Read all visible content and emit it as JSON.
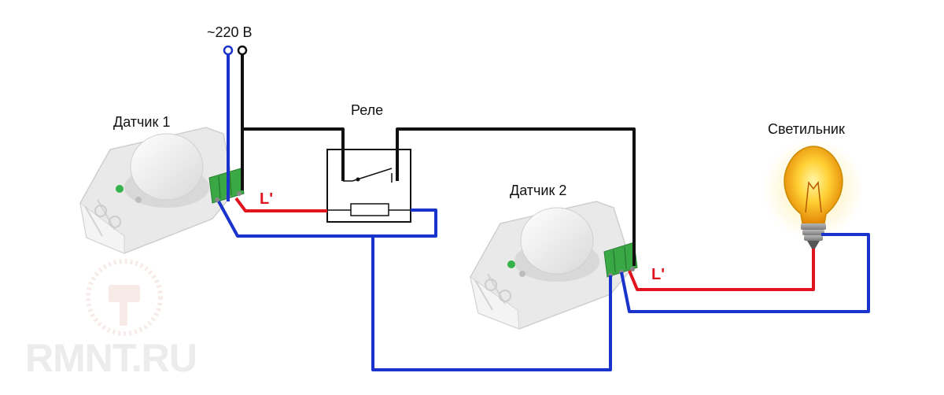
{
  "labels": {
    "supply": "~220 В",
    "sensor1": "Датчик 1",
    "relay": "Реле",
    "sensor2": "Датчик 2",
    "lamp": "Светильник",
    "line_out_1": "L'",
    "line_out_2": "L'"
  },
  "watermark": "RMNT.RU",
  "colors": {
    "neutral_wire": "#1a33cc",
    "phase_wire": "#111111",
    "load_wire": "#e0141e",
    "terminal_block": "#3aa845",
    "sensor_body": "#eeeeee",
    "lamp_glow": "#ffc21a",
    "watermark": "#ececec"
  }
}
